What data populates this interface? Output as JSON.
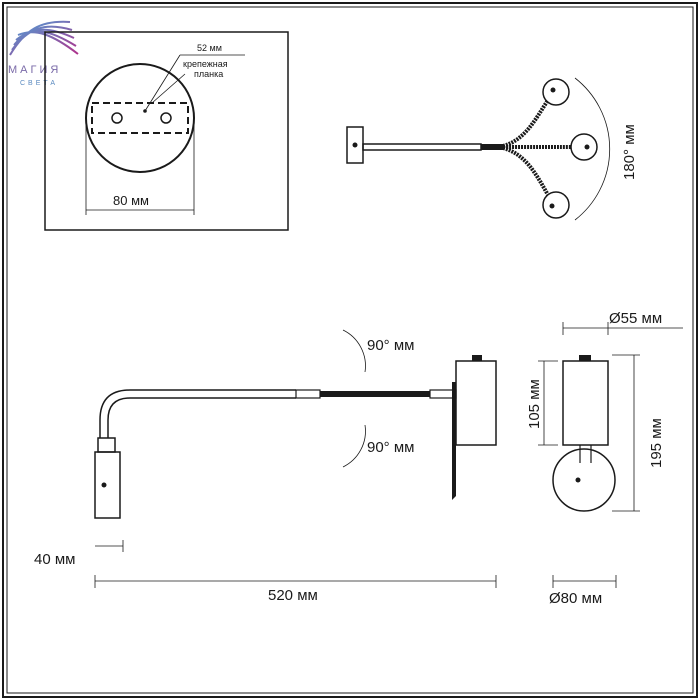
{
  "logo": {
    "main": "МАГИЯ",
    "sub": "СВЕТА"
  },
  "mount_detail": {
    "hole_spacing": "52 мм",
    "plate_label_line1": "крепежная",
    "plate_label_line2": "планка",
    "base_diameter": "80 мм"
  },
  "top_view": {
    "rotation": "180° мм"
  },
  "side_view": {
    "tilt_up": "90° мм",
    "tilt_down": "90° мм",
    "head_width": "40 мм",
    "total_length": "520 мм"
  },
  "front_view": {
    "canopy_diameter": "Ø55 мм",
    "canopy_height": "105 мм",
    "total_height": "195 мм",
    "base_diameter": "Ø80 мм"
  },
  "colors": {
    "line": "#1a1a1a",
    "logo_start": "#4aa3d8",
    "logo_end": "#b0308a"
  }
}
